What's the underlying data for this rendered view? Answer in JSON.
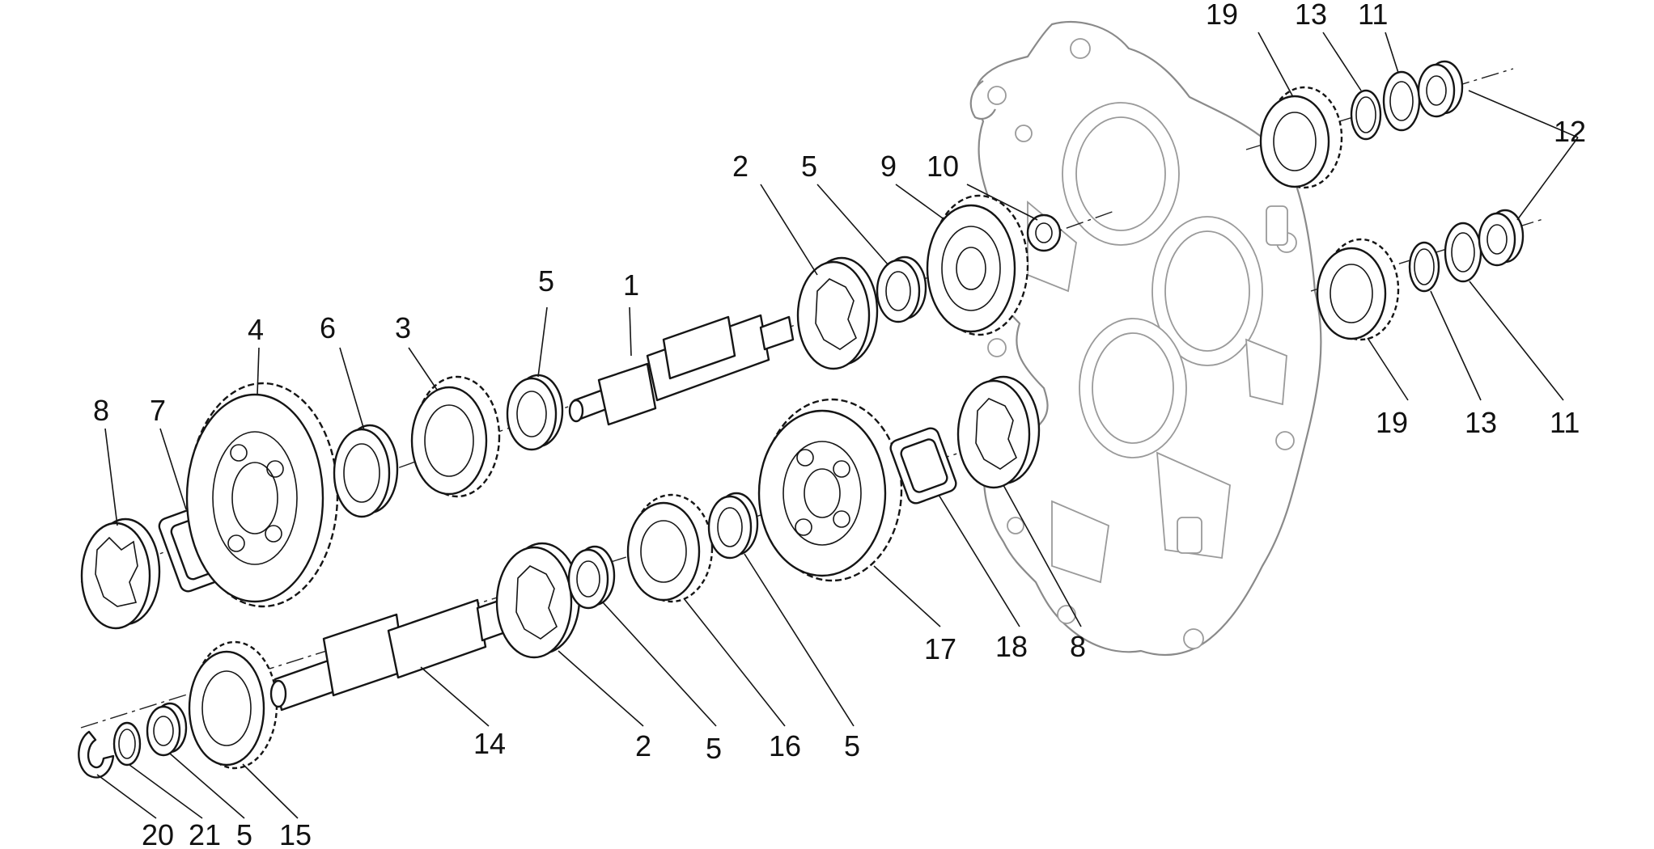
{
  "callouts": [
    {
      "id": "c19a",
      "text": "19"
    },
    {
      "id": "c13a",
      "text": "13"
    },
    {
      "id": "c11a",
      "text": "11"
    },
    {
      "id": "c12",
      "text": "12"
    },
    {
      "id": "c2a",
      "text": "2"
    },
    {
      "id": "c5a",
      "text": "5"
    },
    {
      "id": "c9",
      "text": "9"
    },
    {
      "id": "c10",
      "text": "10"
    },
    {
      "id": "c5b",
      "text": "5"
    },
    {
      "id": "c1",
      "text": "1"
    },
    {
      "id": "c4",
      "text": "4"
    },
    {
      "id": "c6",
      "text": "6"
    },
    {
      "id": "c3",
      "text": "3"
    },
    {
      "id": "c8a",
      "text": "8"
    },
    {
      "id": "c7",
      "text": "7"
    },
    {
      "id": "c19b",
      "text": "19"
    },
    {
      "id": "c13b",
      "text": "13"
    },
    {
      "id": "c11b",
      "text": "11"
    },
    {
      "id": "c17",
      "text": "17"
    },
    {
      "id": "c18",
      "text": "18"
    },
    {
      "id": "c8b",
      "text": "8"
    },
    {
      "id": "c14",
      "text": "14"
    },
    {
      "id": "c2b",
      "text": "2"
    },
    {
      "id": "c5c",
      "text": "5"
    },
    {
      "id": "c16",
      "text": "16"
    },
    {
      "id": "c5d",
      "text": "5"
    },
    {
      "id": "c20",
      "text": "20"
    },
    {
      "id": "c21",
      "text": "21"
    },
    {
      "id": "c5e",
      "text": "5"
    },
    {
      "id": "c15",
      "text": "15"
    }
  ]
}
